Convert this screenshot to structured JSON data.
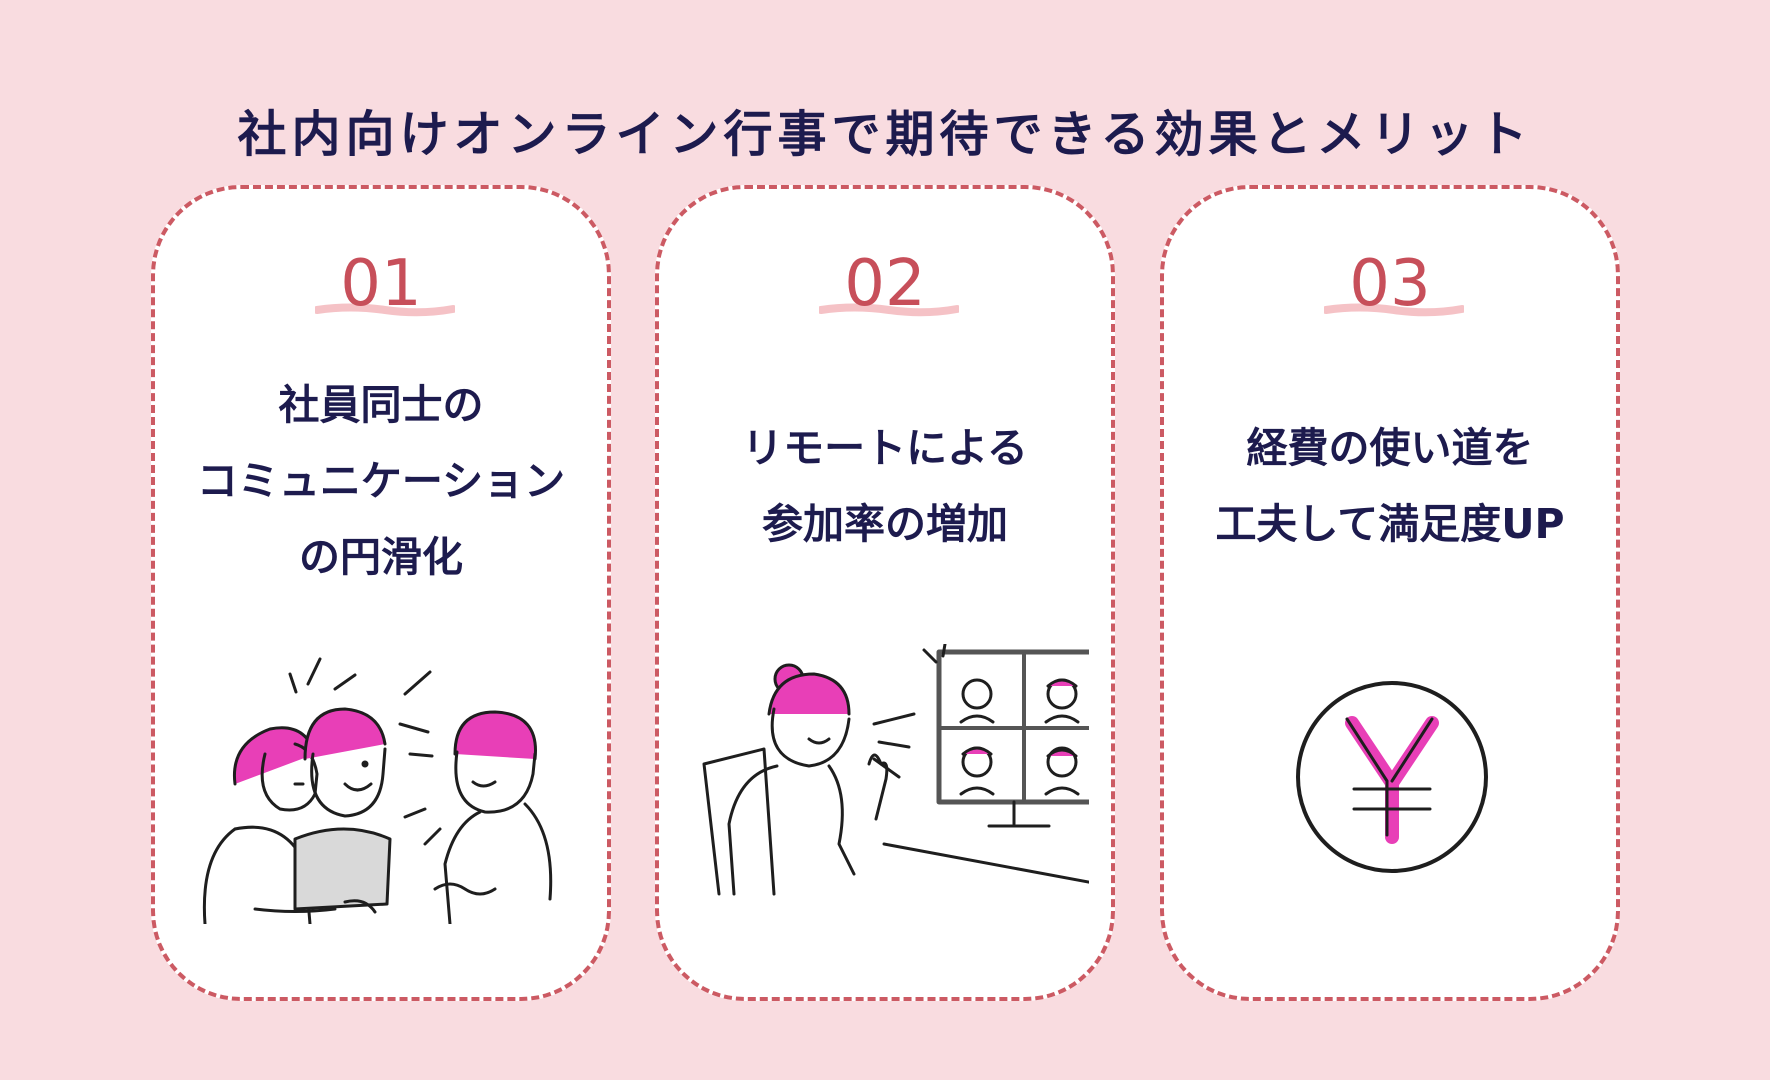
{
  "title": "社内向けオンライン行事で期待できる効果とメリット",
  "cards": [
    {
      "number": "01",
      "lines": [
        "社員同士の",
        "コミュニケーション",
        "の円滑化"
      ],
      "illustration": "people-chatting-icon"
    },
    {
      "number": "02",
      "lines": [
        "リモートによる",
        "参加率の増加"
      ],
      "illustration": "video-conference-icon"
    },
    {
      "number": "03",
      "lines": [
        "経費の使い道を",
        "工夫して満足度UP"
      ],
      "illustration": "yen-coin-icon"
    }
  ],
  "colors": {
    "background": "#f9dce0",
    "card_border": "#cc5a63",
    "number": "#c74f5a",
    "heading_text": "#1d1b4e",
    "accent_pink": "#e83fb7"
  }
}
